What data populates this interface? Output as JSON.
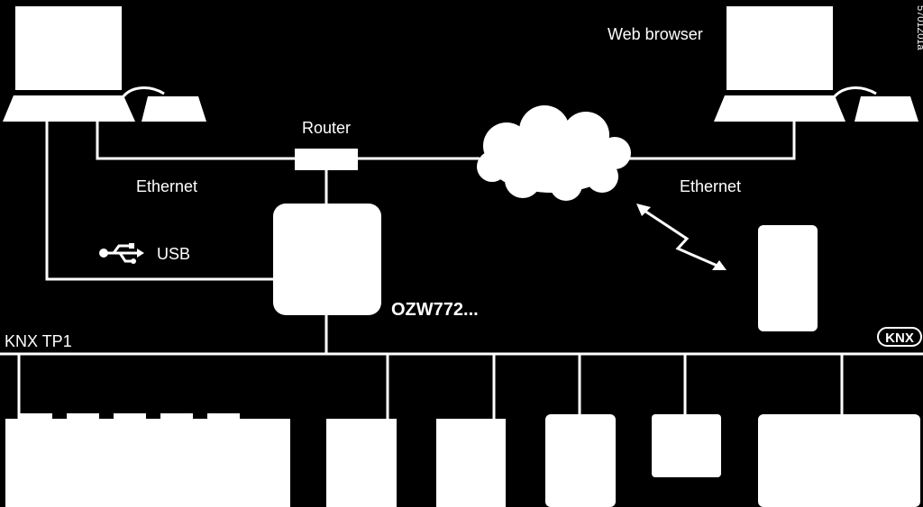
{
  "diagram": {
    "figure_code": "5701Z01a",
    "labels": {
      "web_browser": "Web browser",
      "router": "Router",
      "ethernet_left": "Ethernet",
      "ethernet_right": "Ethernet",
      "usb": "USB",
      "device": "OZW772...",
      "bus": "KNX TP1",
      "knx_logo": "KNX"
    }
  }
}
